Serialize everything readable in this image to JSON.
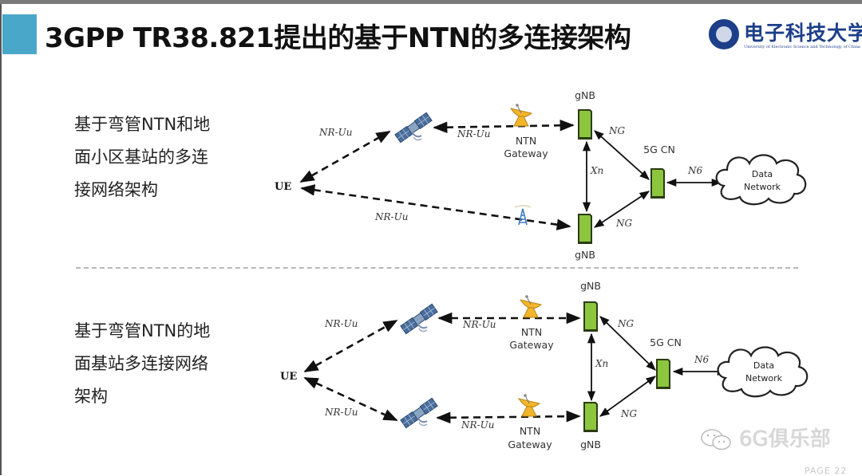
{
  "slide": {
    "title": "3GPP TR38.821提出的基于NTN的多连接架构",
    "accent_color": "#49a7c9",
    "logo": {
      "name_cn": "电子科技大学",
      "name_en": "University of Electronic Science and Technology of China"
    },
    "page_label": "PAGE 22",
    "watermark": "6G俱乐部"
  },
  "sections": [
    {
      "description_lines": [
        "基于弯管NTN和地",
        "面小区基站的多连",
        "接网络架构"
      ],
      "diagram": {
        "ue": "UE",
        "links": {
          "ue_to_satellite": "NR-Uu",
          "satellite_to_gateway": "NR-Uu",
          "ue_to_terrestrial": "NR-Uu",
          "gnb_xn": "Xn",
          "gnb_top_to_cn": "NG",
          "gnb_bottom_to_cn": "NG",
          "cn_to_dn": "N6"
        },
        "gateway_label_line1": "NTN",
        "gateway_label_line2": "Gateway",
        "gnb_top": "gNB",
        "gnb_bottom": "gNB",
        "core": "5G CN",
        "dn_line1": "Data",
        "dn_line2": "Network"
      }
    },
    {
      "description_lines": [
        "基于弯管NTN的地",
        "面基站多连接网络",
        "架构"
      ],
      "diagram": {
        "ue": "UE",
        "links": {
          "ue_to_satellite_top": "NR-Uu",
          "satellite_top_to_gateway": "NR-Uu",
          "ue_to_satellite_bottom": "NR-Uu",
          "satellite_bottom_to_gateway": "NR-Uu",
          "gnb_xn": "Xn",
          "gnb_top_to_cn": "NG",
          "gnb_bottom_to_cn": "NG",
          "cn_to_dn": "N6"
        },
        "gateway_label_line1": "NTN",
        "gateway_label_line2": "Gateway",
        "gnb_top": "gNB",
        "gnb_bottom": "gNB",
        "core": "5G CN",
        "dn_line1": "Data",
        "dn_line2": "Network"
      }
    }
  ]
}
